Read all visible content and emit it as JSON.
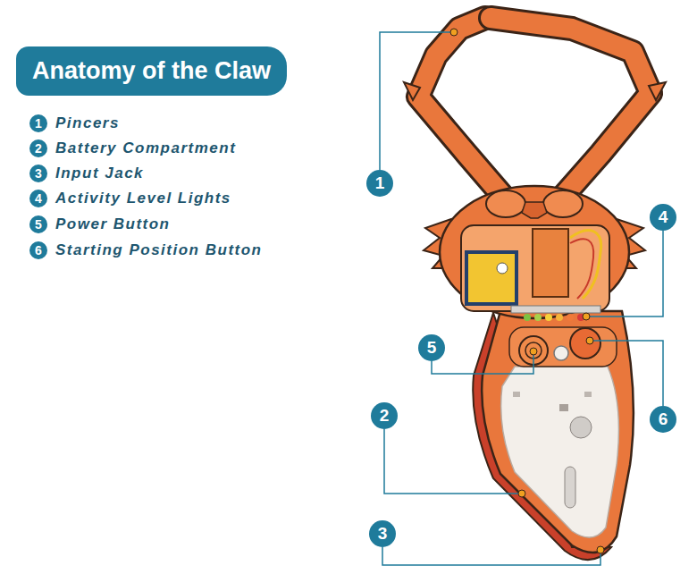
{
  "diagram": {
    "title": "Anatomy of the Claw",
    "nodes": [
      {
        "text": [
          "1",
          "Pincers"
        ]
      },
      {
        "text": [
          "2",
          "Battery Compartment"
        ]
      },
      {
        "text": [
          "3",
          "Input Jack"
        ]
      },
      {
        "text": [
          "4",
          "Activity Level Lights"
        ]
      },
      {
        "text": [
          "5",
          "Power Button"
        ]
      },
      {
        "text": [
          "6",
          "Starting Position Button"
        ]
      },
      {
        "text": [
          "1"
        ]
      },
      {
        "text": [
          "2"
        ]
      },
      {
        "text": [
          "3"
        ]
      },
      {
        "text": [
          "4"
        ]
      },
      {
        "text": [
          "5"
        ]
      },
      {
        "text": [
          "6"
        ]
      }
    ],
    "edges": []
  }
}
